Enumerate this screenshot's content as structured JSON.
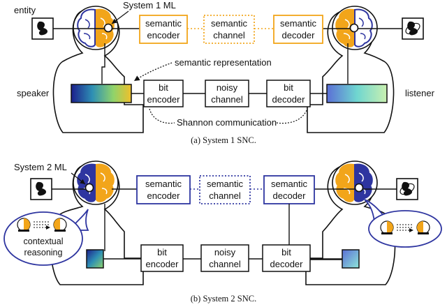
{
  "panel_a": {
    "system_label": "System 1 ML",
    "entity_label": "entity",
    "semantic_encoder": [
      "semantic",
      "encoder"
    ],
    "semantic_channel": [
      "semantic",
      "channel"
    ],
    "semantic_decoder": [
      "semantic",
      "decoder"
    ],
    "semantic_representation": "semantic representation",
    "speaker": "speaker",
    "listener": "listener",
    "bit_encoder": [
      "bit",
      "encoder"
    ],
    "noisy_channel": [
      "noisy",
      "channel"
    ],
    "bit_decoder": [
      "bit",
      "decoder"
    ],
    "shannon_communication": "Shannon communication",
    "caption": "(a)  System 1 SNC."
  },
  "panel_b": {
    "system_label": "System 2 ML",
    "semantic_encoder": [
      "semantic",
      "encoder"
    ],
    "semantic_channel": [
      "semantic",
      "channel"
    ],
    "semantic_decoder": [
      "semantic",
      "decoder"
    ],
    "contextual_reasoning": [
      "contextual",
      "reasoning"
    ],
    "bit_encoder": [
      "bit",
      "encoder"
    ],
    "noisy_channel": [
      "noisy",
      "channel"
    ],
    "bit_decoder": [
      "bit",
      "decoder"
    ],
    "caption": "(b)  System 2 SNC."
  },
  "colors": {
    "system1": "#f2a51a",
    "system2": "#2e35a0",
    "gradient_left": [
      "#1c1f8c",
      "#2e8fb4",
      "#8fd36b",
      "#f0c02a"
    ],
    "gradient_right": [
      "#5b6fd6",
      "#6fd6d0",
      "#c9f0b0"
    ]
  },
  "icons": [
    "entity-icon",
    "brain-icon",
    "speaker-head-icon",
    "listener-head-icon"
  ]
}
